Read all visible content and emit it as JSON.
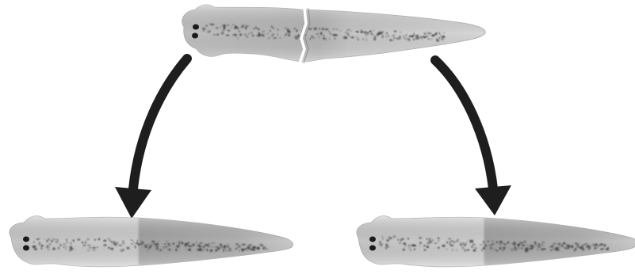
{
  "figure": {
    "description_labels": [],
    "organisms": [
      {
        "role": "source",
        "state": "cut-in-two"
      },
      {
        "role": "regenerated-head-fragment",
        "state": "whole"
      },
      {
        "role": "regenerated-tail-fragment",
        "state": "whole"
      }
    ],
    "arrows": [
      {
        "from": "source",
        "to": "regenerated-head-fragment"
      },
      {
        "from": "source",
        "to": "regenerated-tail-fragment"
      }
    ],
    "colors": {
      "body_light": "#dcdcdc",
      "body_mid": "#bdbdbd",
      "body_dark": "#8f8f8f",
      "speckle": "#3c3c3c",
      "eye": "#1a1a1a",
      "arrow": "#1e1e1e",
      "cut_line": "#ffffff"
    }
  }
}
